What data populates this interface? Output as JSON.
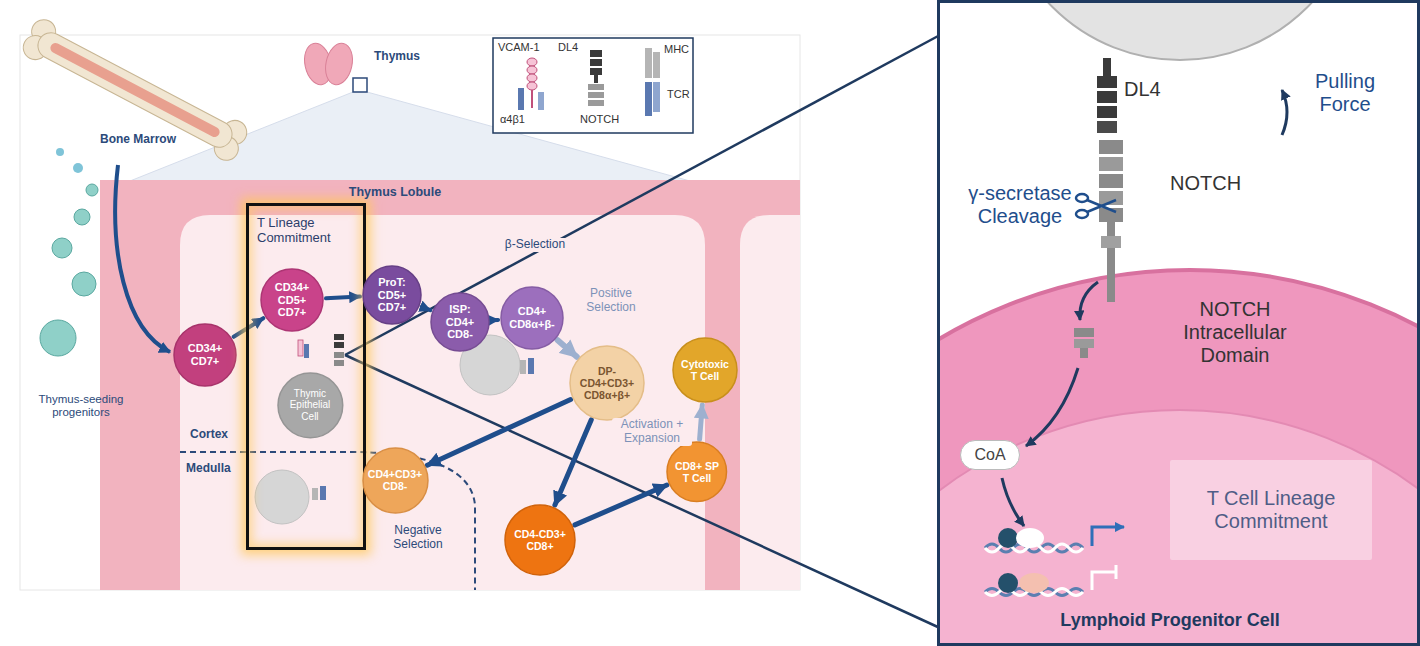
{
  "diagram": {
    "nodes": [
      {
        "text": [
          "CD34+ CD7+"
        ]
      },
      {
        "text": [
          "T Lineage Commitment"
        ]
      },
      {
        "text": [
          "CD34+ CD5+ CD7+"
        ],
        "in": 1
      },
      {
        "text": [
          "Thymic Epithelial Cell"
        ],
        "in": 1
      },
      {
        "text": [
          "ProT: CD5+ CD7+"
        ]
      },
      {
        "text": [
          "ISP: CD4+ CD8-"
        ]
      },
      {
        "text": [
          "CD4+ CD8α+β-"
        ]
      },
      {
        "text": [
          "DP- CD4+CD3+ CD8α+β+"
        ]
      },
      {
        "text": [
          "Cytotoxic T Cell"
        ]
      },
      {
        "text": [
          "CD8+ SP T Cell"
        ]
      },
      {
        "text": [
          "CD4+CD3+ CD8-"
        ]
      },
      {
        "text": [
          "CD4-CD3+ CD8+"
        ]
      },
      {
        "text": [
          "CoA"
        ]
      },
      {
        "text": [
          "T Cell Lineage Commitment"
        ]
      }
    ],
    "edges": [
      {
        "from": 0,
        "to": 2,
        "arrow": "to"
      },
      {
        "from": 2,
        "to": 4,
        "arrow": "to"
      },
      {
        "from": 4,
        "to": 5,
        "arrow": "to"
      },
      {
        "from": 5,
        "to": 6,
        "arrow": "to"
      },
      {
        "from": 6,
        "to": 7,
        "arrow": "to"
      },
      {
        "from": 7,
        "to": 10,
        "arrow": "to"
      },
      {
        "from": 7,
        "to": 11,
        "arrow": "to"
      },
      {
        "from": 11,
        "to": 9,
        "arrow": "to"
      },
      {
        "from": 9,
        "to": 8,
        "arrow": "to"
      }
    ],
    "labels": [
      "Bone Marrow",
      "Thymus",
      "Thymus-seeding progenitors",
      "VCAM-1",
      "α4β1",
      "DL4",
      "NOTCH",
      "MHC",
      "TCR",
      "Thymus Lobule",
      "β-Selection",
      "Positive Selection",
      "Activation + Expansion",
      "Cortex",
      "Medulla",
      "Negative Selection",
      "DL4",
      "NOTCH",
      "Pulling Force",
      "γ-secretase Cleavage",
      "NOTCH Intracellular Domain",
      "Lymphoid Progenitor Cell"
    ]
  }
}
